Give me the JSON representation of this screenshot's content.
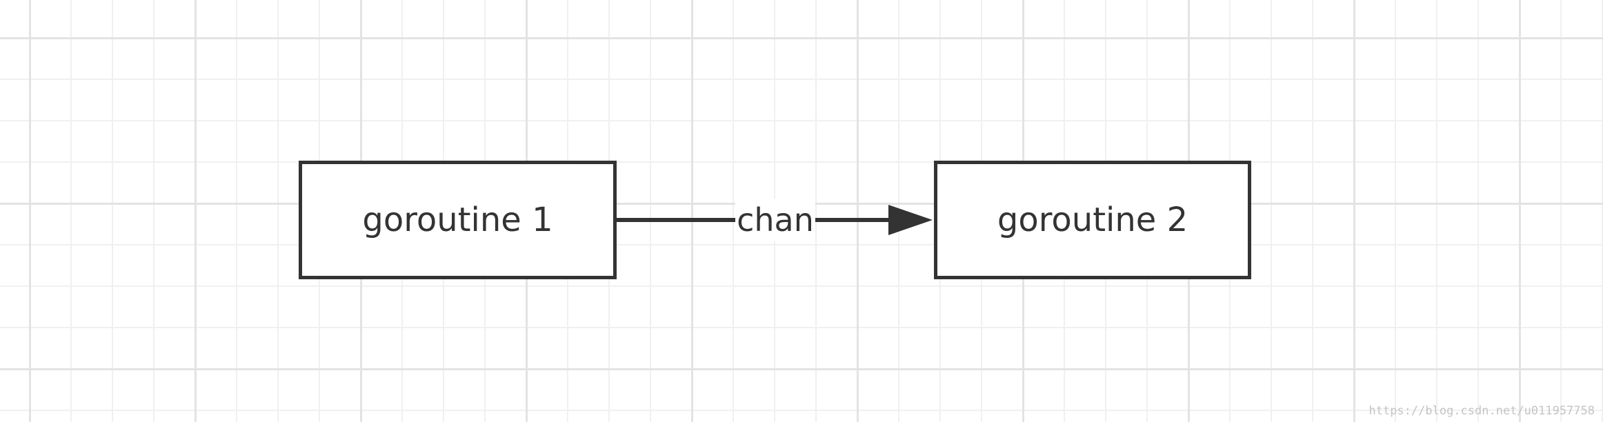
{
  "nodes": [
    {
      "id": "node1",
      "label": "goroutine 1"
    },
    {
      "id": "node2",
      "label": "goroutine 2"
    }
  ],
  "edges": [
    {
      "from": "node1",
      "to": "node2",
      "label": "chan"
    }
  ],
  "watermark": "https://blog.csdn.net/u011957758",
  "colors": {
    "stroke": "#333333",
    "text": "#333333",
    "grid_major": "#e3e3e3",
    "grid_minor": "#f0f0f0",
    "background": "#ffffff"
  }
}
